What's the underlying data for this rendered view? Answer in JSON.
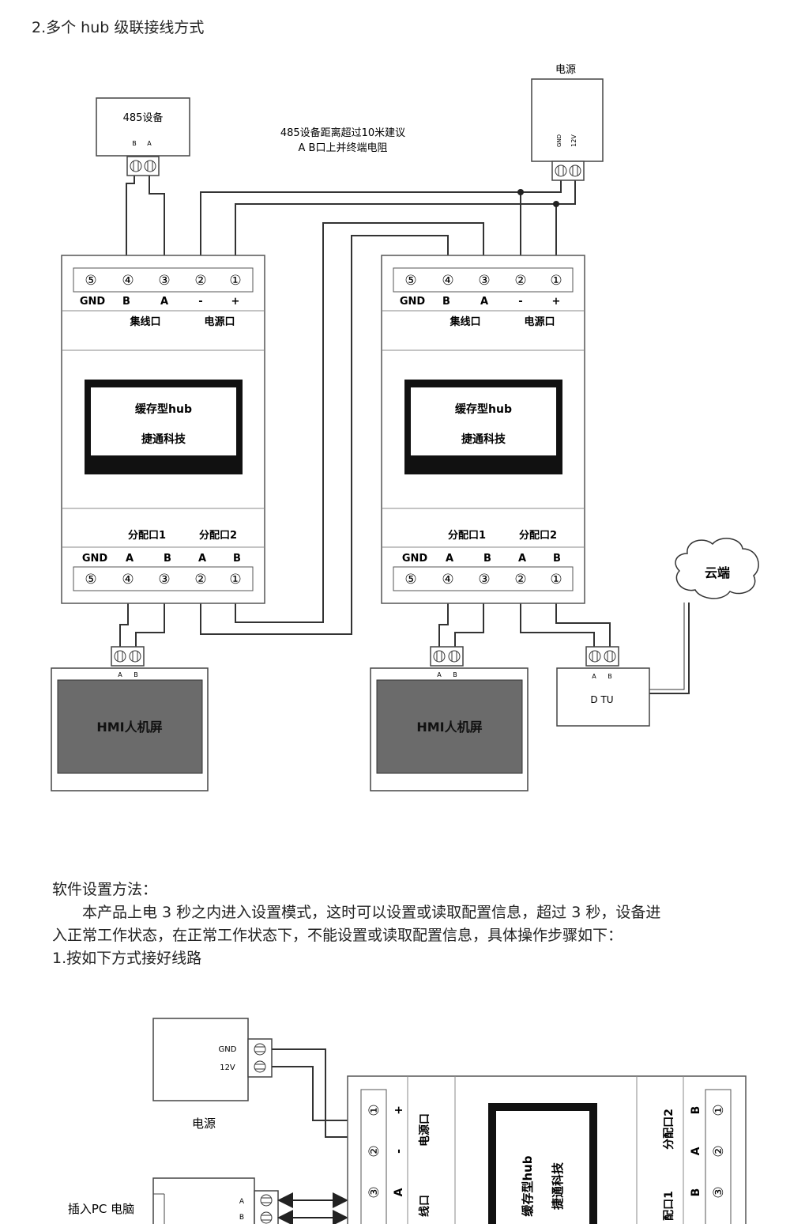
{
  "heading": "2.多个 hub 级联接线方式",
  "diagram1": {
    "device485": {
      "label": "485设备",
      "pins": [
        "B",
        "A"
      ]
    },
    "power": {
      "label": "电源",
      "pins": [
        "GND",
        "12V"
      ]
    },
    "note": [
      "485设备距离超过10米建议",
      "A B口上并终端电阻"
    ],
    "hubs": [
      {
        "top_nums": [
          "⑤",
          "④",
          "③",
          "②",
          "①"
        ],
        "top_labels": [
          "GND",
          "B",
          "A",
          "-",
          "+"
        ],
        "group_left": "集线口",
        "group_right": "电源口",
        "screen_line1": "缓存型hub",
        "screen_line2": "捷通科技",
        "bottom_groups": [
          "分配口1",
          "分配口2"
        ],
        "bottom_labels": [
          "GND",
          "A",
          "B",
          "A",
          "B"
        ],
        "bottom_nums": [
          "⑤",
          "④",
          "③",
          "②",
          "①"
        ]
      },
      {
        "top_nums": [
          "⑤",
          "④",
          "③",
          "②",
          "①"
        ],
        "top_labels": [
          "GND",
          "B",
          "A",
          "-",
          "+"
        ],
        "group_left": "集线口",
        "group_right": "电源口",
        "screen_line1": "缓存型hub",
        "screen_line2": "捷通科技",
        "bottom_groups": [
          "分配口1",
          "分配口2"
        ],
        "bottom_labels": [
          "GND",
          "A",
          "B",
          "A",
          "B"
        ],
        "bottom_nums": [
          "⑤",
          "④",
          "③",
          "②",
          "①"
        ]
      }
    ],
    "hmi": [
      {
        "label": "HMI人机屏",
        "pins": [
          "A",
          "B"
        ]
      },
      {
        "label": "HMI人机屏",
        "pins": [
          "A",
          "B"
        ]
      }
    ],
    "dtu": {
      "label": "D TU",
      "pins": [
        "A",
        "B"
      ]
    },
    "cloud": "云端"
  },
  "software": {
    "title": "软件设置方法：",
    "line1": "本产品上电 3 秒之内进入设置模式，这时可以设置或读取配置信息，超过 3 秒，设备进",
    "line2": "入正常工作状态，在正常工作状态下，不能设置或读取配置信息，具体操作步骤如下：",
    "line3": "1.按如下方式接好线路"
  },
  "diagram2": {
    "power_pins": [
      "GND",
      "12V"
    ],
    "power_label": "电源",
    "pc_label": "插入PC 电脑",
    "pc_pins": [
      "A",
      "B"
    ],
    "hub_left_nums": [
      "①",
      "②",
      "③"
    ],
    "hub_left_labels": [
      "+",
      "-",
      "A"
    ],
    "hub_power_group": "电源口",
    "hub_line_group": "线口",
    "screen_line1": "缓存型hub",
    "screen_line2": "捷通科技",
    "hub_right_group2": "分配口2",
    "hub_right_group1": "配口1",
    "hub_right_labels": [
      "B",
      "A",
      "B"
    ],
    "hub_right_nums": [
      "①",
      "②",
      "③"
    ]
  }
}
